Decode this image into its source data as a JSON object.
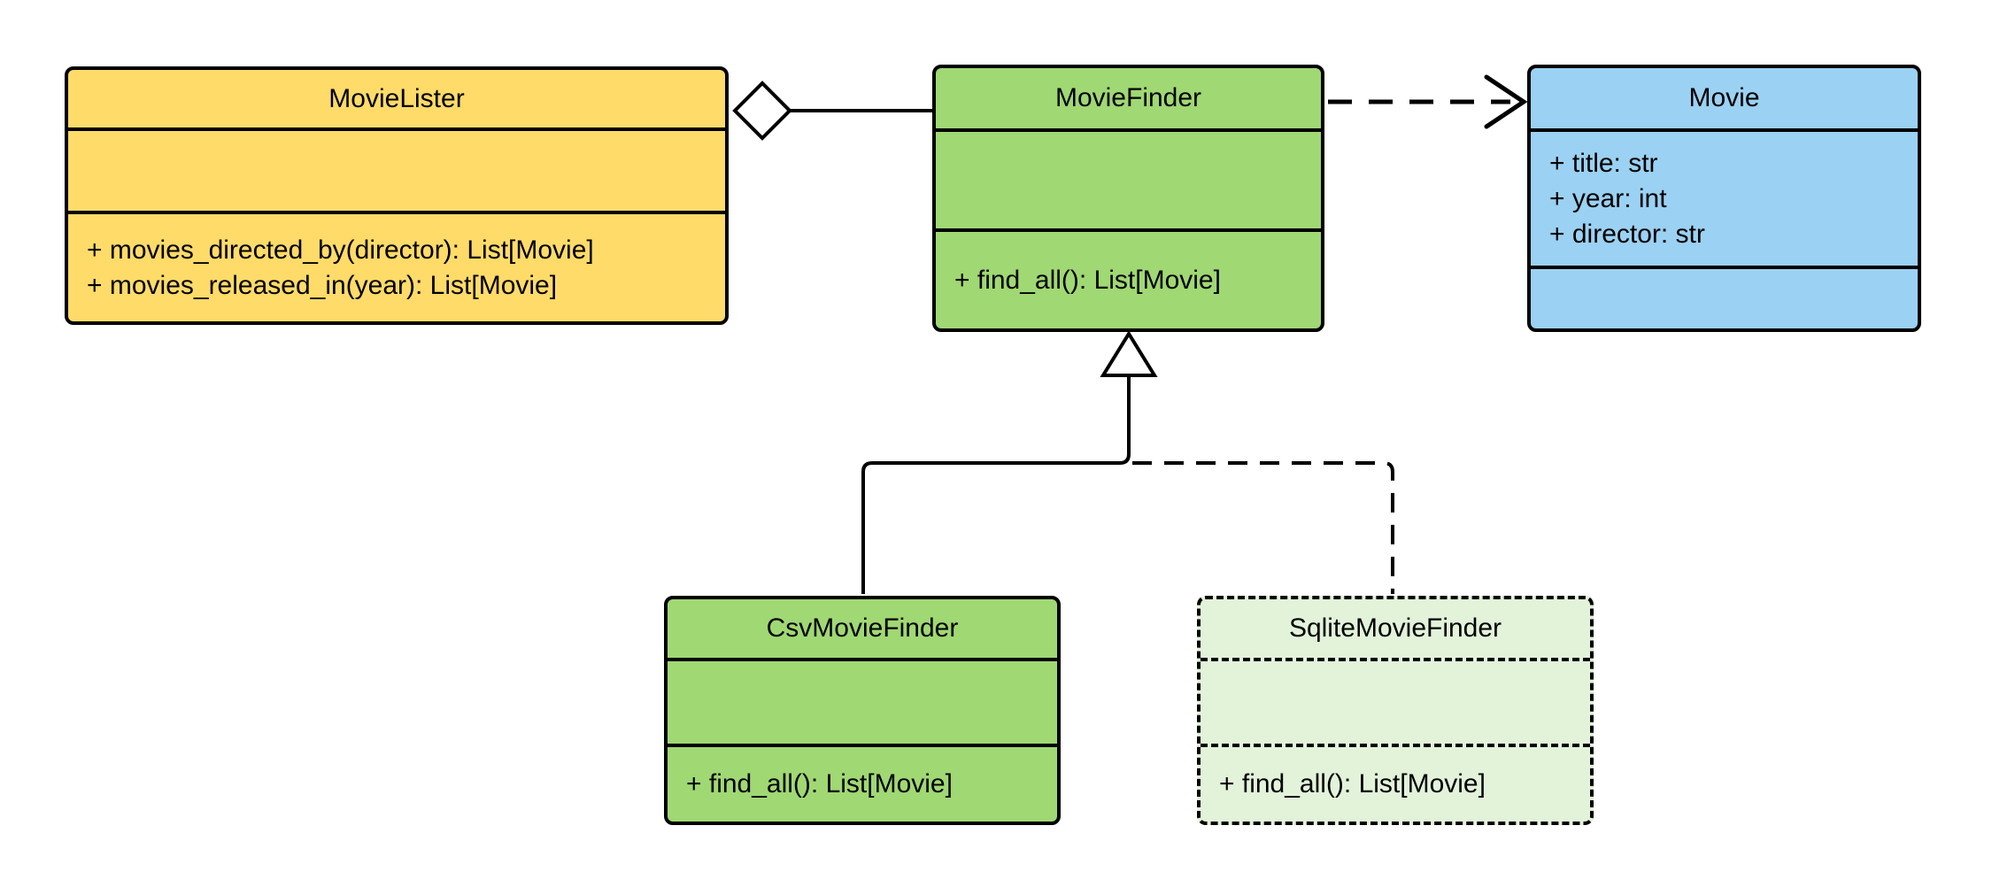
{
  "diagram": {
    "type": "uml-class-diagram",
    "classes": [
      {
        "name": "MovieLister",
        "fill": "#FFDB69",
        "border_style": "solid",
        "attributes": [],
        "methods": [
          "+ movies_directed_by(director): List[Movie]",
          "+ movies_released_in(year): List[Movie]"
        ]
      },
      {
        "name": "MovieFinder",
        "fill": "#A0D874",
        "border_style": "solid",
        "attributes": [],
        "methods": [
          "+ find_all(): List[Movie]"
        ]
      },
      {
        "name": "Movie",
        "fill": "#9BD1F2",
        "border_style": "solid",
        "attributes": [
          "+ title: str",
          "+ year: int",
          "+ director: str"
        ],
        "methods": []
      },
      {
        "name": "CsvMovieFinder",
        "fill": "#A0D874",
        "border_style": "solid",
        "attributes": [],
        "methods": [
          "+ find_all(): List[Movie]"
        ]
      },
      {
        "name": "SqliteMovieFinder",
        "fill": "#E2F3DA",
        "border_style": "dashed",
        "attributes": [],
        "methods": [
          "+ find_all(): List[Movie]"
        ]
      }
    ],
    "relationships": [
      {
        "type": "aggregation",
        "from": "MovieLister",
        "to": "MovieFinder",
        "line_style": "solid",
        "marker": "hollow-diamond"
      },
      {
        "type": "dependency",
        "from": "MovieFinder",
        "to": "Movie",
        "line_style": "dashed",
        "marker": "open-arrow"
      },
      {
        "type": "generalization",
        "from": "CsvMovieFinder",
        "to": "MovieFinder",
        "line_style": "solid",
        "marker": "hollow-triangle"
      },
      {
        "type": "generalization",
        "from": "SqliteMovieFinder",
        "to": "MovieFinder",
        "line_style": "dashed",
        "marker": "hollow-triangle"
      }
    ],
    "colors": {
      "yellow": "#FFDB69",
      "green": "#A0D874",
      "blue": "#9BD1F2",
      "pale_green": "#E2F3DA",
      "line": "#000000",
      "background": "#FFFFFF"
    }
  }
}
